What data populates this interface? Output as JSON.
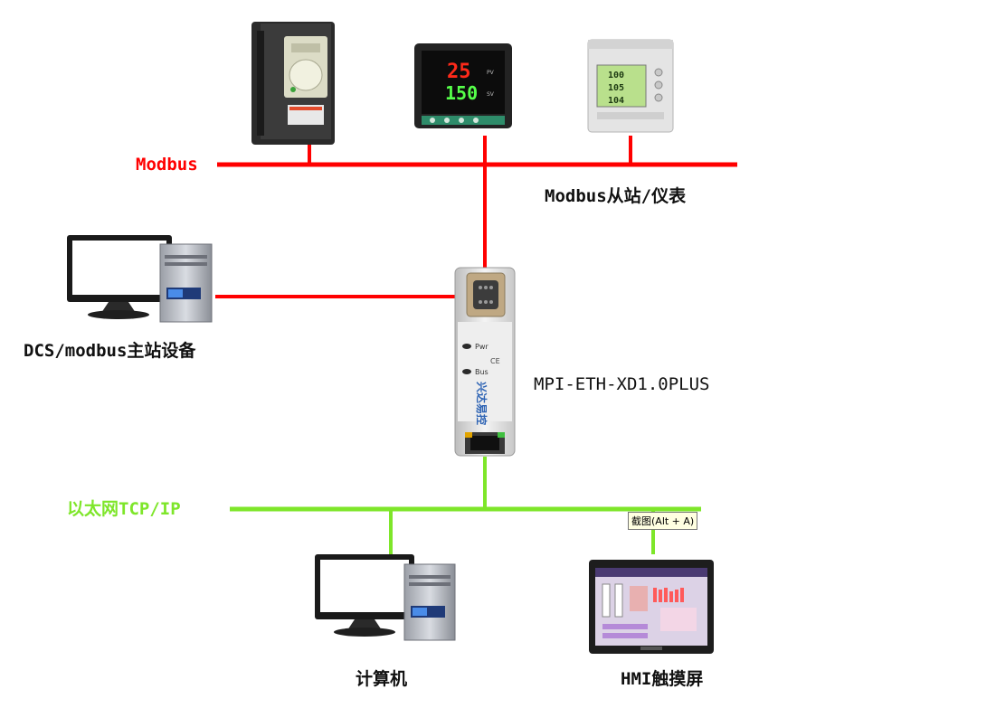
{
  "labels": {
    "modbus_bus": "Modbus",
    "modbus_slaves": "Modbus从站/仪表",
    "dcs_master": "DCS/modbus主站设备",
    "gateway_model": "MPI-ETH-XD1.0PLUS",
    "ethernet_bus": "以太网TCP/IP",
    "computer": "计算机",
    "hmi": "HMI触摸屏"
  },
  "controller_display": {
    "pv": "25",
    "sv": "150",
    "pv_tag": "PV",
    "sv_tag": "SV"
  },
  "meter_display": {
    "line1": "100",
    "line2": "105",
    "line3": "104"
  },
  "gateway_panel": {
    "pwr": "Pwr",
    "bus": "Bus",
    "ce": "CE",
    "brand": "兴达易控"
  },
  "tooltip": "截图(Alt + A)",
  "colors": {
    "modbus_line": "#ff0000",
    "ethernet_line": "#7ee62a",
    "modbus_text": "#ff0000",
    "ethernet_text": "#7ee62a"
  },
  "icons": [
    "vfd-icon",
    "temperature-controller-icon",
    "power-meter-icon",
    "desktop-computer-icon",
    "gateway-icon",
    "hmi-touchscreen-icon"
  ]
}
